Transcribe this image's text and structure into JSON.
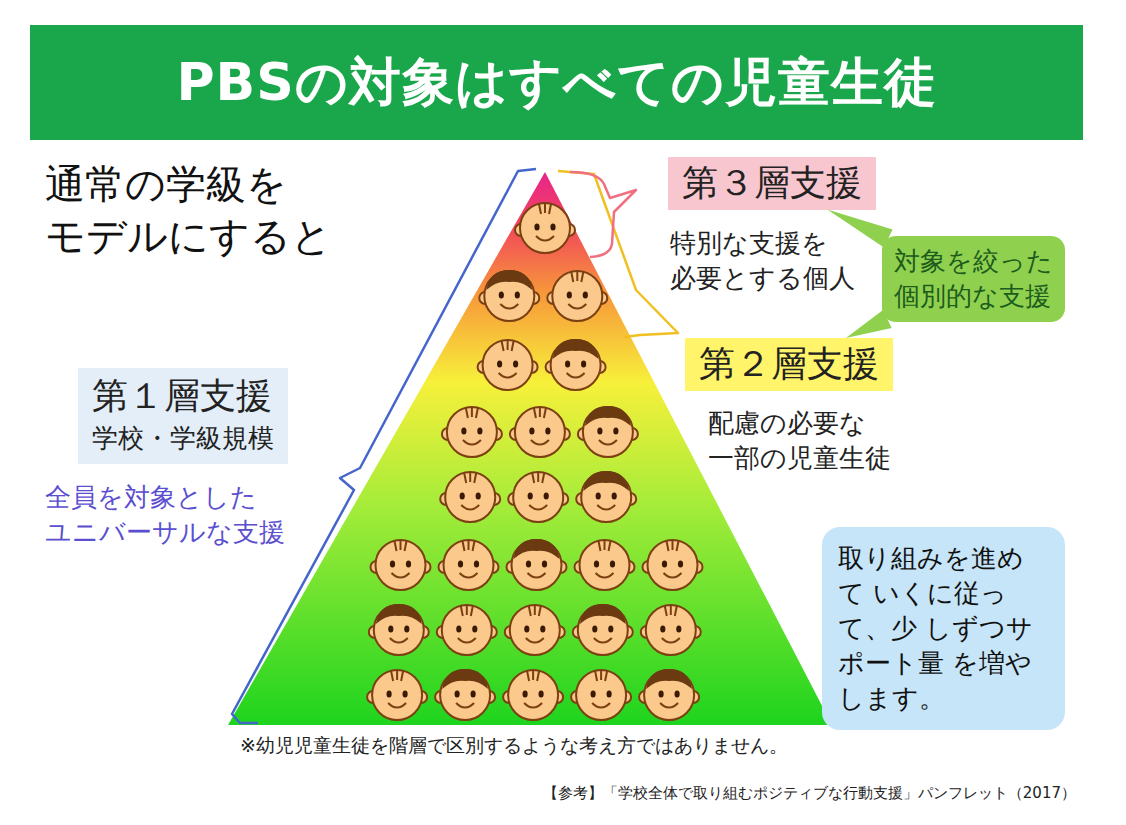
{
  "diagram": {
    "title": "PBSの対象はすべての児童生徒",
    "nodes": [
      {
        "text": [
          "第３層支援"
        ]
      },
      {
        "text": [
          "対象を絞った 個別的な支援"
        ]
      },
      {
        "text": [
          "第２層支援"
        ]
      },
      {
        "text": [
          "第１層支援",
          "学校・学級規模"
        ]
      },
      {
        "text": [
          "取り組みを進めて いくに従って、少 しずつサポート量 を増やします。"
        ]
      }
    ],
    "edges": [
      {
        "from": 1,
        "to": 0,
        "arrow": "none"
      },
      {
        "from": 1,
        "to": 2,
        "arrow": "none"
      }
    ],
    "labels": [
      "通常の学級を モデルにすると",
      "特別な支援を 必要とする個人",
      "配慮の必要な 一部の児童生徒",
      "全員を対象とした ユニバーサルな支援",
      "※幼児児童生徒を階層で区別するような考え方ではありません。",
      "【参考】「学校全体で取り組むポジティブな行動支援」パンフレット（2017）"
    ]
  }
}
